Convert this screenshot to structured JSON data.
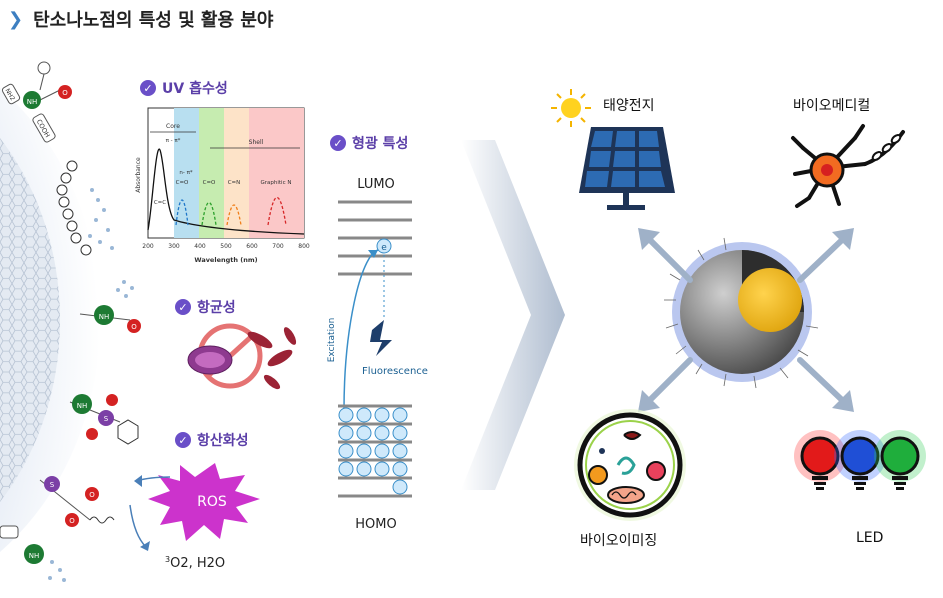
{
  "title": "탄소나노점의 특성 및 활용 분야",
  "features": {
    "uv": "UV 흡수성",
    "antibacterial": "항균성",
    "antioxidant": "항산화성",
    "fluorescence": "형광 특성"
  },
  "uv_chart": {
    "ylabel": "Absorbance",
    "xlabel": "Wavelength (nm)",
    "xticks": [
      "200",
      "300",
      "400",
      "500",
      "600",
      "700",
      "800"
    ],
    "region_core": "Core",
    "region_shell": "Shell",
    "transition_pp": "π - π*",
    "transition_np": "n- π*",
    "peaks": [
      "C=C",
      "C=O",
      "C=O",
      "C=N",
      "Graphitic N"
    ],
    "colors": {
      "core": "#b8dff0",
      "green": "#c6ecb0",
      "orange": "#fde3c8",
      "pink": "#fbc8c8"
    }
  },
  "energy": {
    "lumo": "LUMO",
    "homo": "HOMO",
    "excitation": "Excitation",
    "fluorescence": "Fluorescence",
    "electron": "e"
  },
  "ros": {
    "label": "ROS",
    "products_pre": "3",
    "products": "O2, H2O"
  },
  "surface_groups": {
    "cooh": "COOH",
    "nh2": "NH2",
    "nh": "NH",
    "s": "S",
    "o": "O"
  },
  "applications": {
    "solar": "태양전지",
    "biomedical": "바이오메디컬",
    "imaging": "바이오이미징",
    "led": "LED"
  }
}
